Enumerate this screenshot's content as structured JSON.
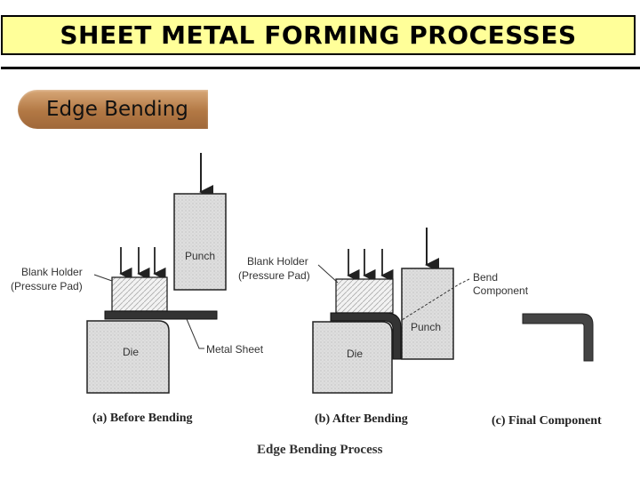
{
  "header": {
    "title": "SHEET METAL FORMING PROCESSES"
  },
  "section": {
    "label": "Edge Bending"
  },
  "figure": {
    "panel_a": {
      "punch": "Punch",
      "blank_holder_line1": "Blank Holder",
      "blank_holder_line2": "(Pressure Pad)",
      "die": "Die",
      "metal_sheet": "Metal Sheet",
      "caption": "(a) Before Bending"
    },
    "panel_b": {
      "blank_holder_line1": "Blank Holder",
      "blank_holder_line2": "(Pressure Pad)",
      "punch": "Punch",
      "die": "Die",
      "bend_line1": "Bend",
      "bend_line2": "Component",
      "caption": "(b) After Bending"
    },
    "panel_c": {
      "caption": "(c) Final Component"
    },
    "title": "Edge Bending Process"
  }
}
